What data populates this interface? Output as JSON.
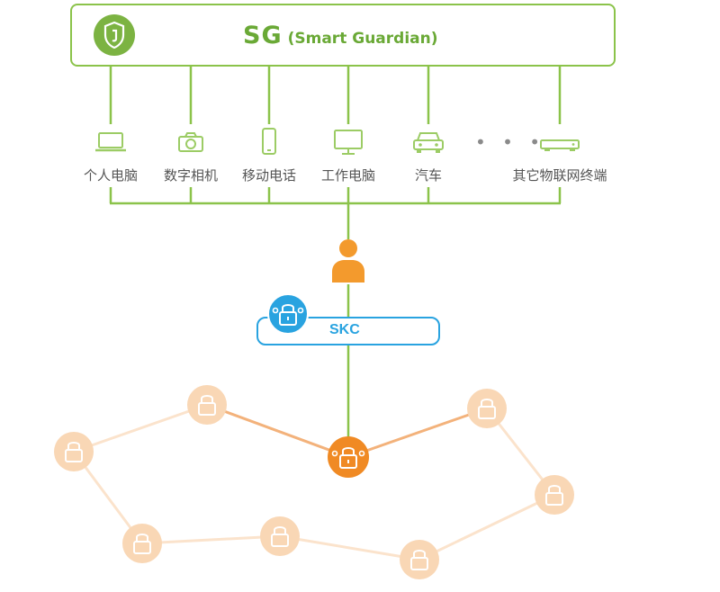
{
  "header": {
    "abbr": "SG",
    "full_name": "(Smart Guardian)",
    "icon": "shield-icon",
    "colors": {
      "green": "#8bc34a",
      "green_dark": "#6aa936"
    }
  },
  "devices": [
    {
      "label": "个人电脑",
      "icon": "laptop-icon"
    },
    {
      "label": "数字相机",
      "icon": "camera-icon"
    },
    {
      "label": "移动电话",
      "icon": "mobile-phone-icon"
    },
    {
      "label": "工作电脑",
      "icon": "monitor-icon"
    },
    {
      "label": "汽车",
      "icon": "car-icon"
    },
    {
      "label": "其它物联网终端",
      "icon": "iot-device-icon"
    }
  ],
  "ellipsis": "• • •",
  "user": {
    "icon": "user-icon",
    "color": "#f39a2d"
  },
  "skc": {
    "label": "SKC",
    "icon": "lock-node-icon",
    "color": "#29a3e0"
  },
  "network": {
    "icon": "lock-node-icon",
    "node_color": "#f6c79c",
    "active_color": "#f08a24"
  }
}
